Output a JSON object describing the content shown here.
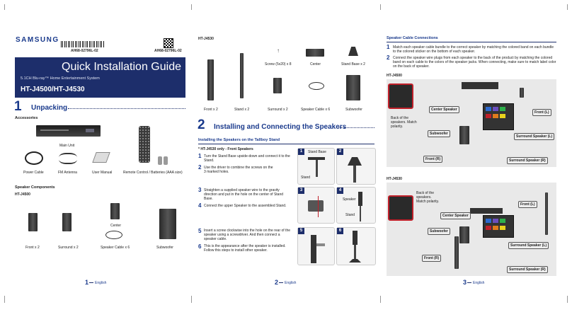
{
  "panel1": {
    "brand": "SAMSUNG",
    "barcode_text_1": "AH68-02796L-02",
    "barcode_text_2": "AH68-02796L-02",
    "guide_title": "Quick Installation Guide",
    "subtitle": "5.1CH Blu-ray™ Home Entertainment System",
    "model": "HT-J4500/HT-J4530",
    "section_num": "1",
    "section_title": "Unpacking",
    "accessories_heading": "Accessories",
    "main_unit": "Main Unit",
    "items": [
      "Power Cable",
      "FM Antenna",
      "User Manual",
      "Remote Control / Batteries (AAA size)"
    ],
    "speaker_components_heading": "Speaker Components",
    "model_j4500": "HT-J4500",
    "center": "Center",
    "components": [
      "Front x 2",
      "Surround x 2",
      "Speaker Cable x 6",
      "Subwoofer"
    ],
    "footer_num": "1",
    "footer_lang": "English"
  },
  "panel2": {
    "model_j4530": "HT-J4530",
    "screw": "Screw (5x20) x 8",
    "center": "Center",
    "stand_base": "Stand Base x 2",
    "row_labels": [
      "Front x 2",
      "Stand x 2",
      "Surround x 2",
      "Speaker Cable x 6",
      "Subwoofer"
    ],
    "section_num": "2",
    "section_title": "Installing and Connecting the Speakers",
    "sub_heading": "Installing the Speakers on the Tallboy Stand",
    "note": "* HT-J4530 only - Front Speakers",
    "steps": [
      {
        "n": "1",
        "t": "Turn the Stand Base upside-down and connect it to the Stand."
      },
      {
        "n": "2",
        "t": "Use the driver to combine the screws on the 3 marked holes."
      },
      {
        "n": "3",
        "t": "Straighten a supplied speaker wire to the gravity direction and put in the hole on the center of Stand Base."
      },
      {
        "n": "4",
        "t": "Connect the upper Speaker to the assembled Stand."
      },
      {
        "n": "5",
        "t": "Insert a screw clockwise into the hole on the rear of the speaker using a screwdriver. And then connect a speaker cable."
      },
      {
        "n": "6",
        "t": "This is the appearance after the speaker is installed. Follow this steps to install other speaker."
      }
    ],
    "fig_stand_base": "Stand Base",
    "fig_stand": "Stand",
    "fig_speaker": "Speaker",
    "badges": [
      "1",
      "2",
      "3",
      "4",
      "5",
      "6"
    ],
    "footer_num": "2",
    "footer_lang": "English"
  },
  "panel3": {
    "heading": "Speaker Cable Connections",
    "steps": [
      {
        "n": "1",
        "t": "Match each speaker cable bundle to the correct speaker by matching the colored band on each bundle to the colored sticker on the bottom of each speaker."
      },
      {
        "n": "2",
        "t": "Connect the speaker wire plugs from each speaker to the back of the product by matching the colored band on each cable to the colors of the speaker jacks. When connecting, make sure to match label color on the back of speaker."
      }
    ],
    "model_a": "HT-J4500",
    "model_b": "HT-J4530",
    "back_note": "Back of the speakers. Match polarity.",
    "labels": {
      "center": "Center Speaker",
      "front_l": "Front (L)",
      "subwoofer": "Subwoofer",
      "surround_l": "Surround Speaker (L)",
      "front_r": "Front (R)",
      "surround_r": "Surround Speaker (R)"
    },
    "footer_num": "3",
    "footer_lang": "English"
  },
  "colors": {
    "navy": "#1d2e6b",
    "accent_blue": "#1a3a8c",
    "cable_red": "#c0202a"
  }
}
